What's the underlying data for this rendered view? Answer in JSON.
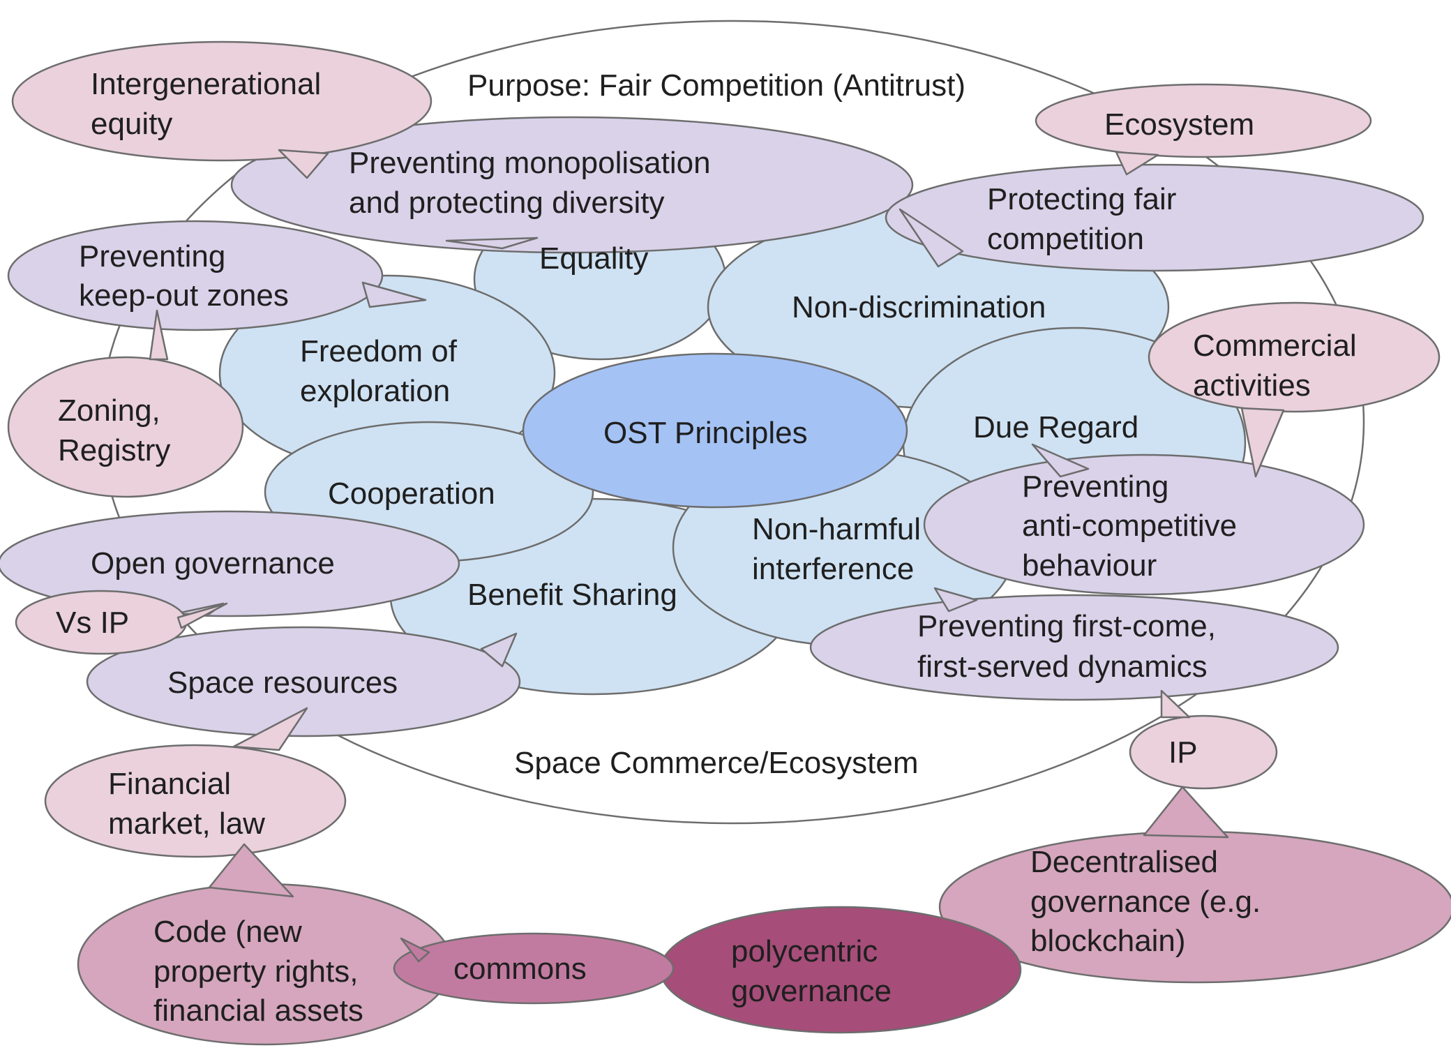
{
  "frame": {
    "purpose_label": "Purpose: Fair Competition (Antitrust)",
    "context_label": "Space Commerce/Ecosystem"
  },
  "center": {
    "label": "OST Principles"
  },
  "principles": {
    "equality": "Equality",
    "non_discrimination": "Non-discrimination",
    "freedom": [
      "Freedom of",
      "exploration"
    ],
    "due_regard": "Due Regard",
    "cooperation": "Cooperation",
    "non_harmful": [
      "Non-harmful",
      "interference"
    ],
    "benefit_sharing": "Benefit Sharing"
  },
  "purple_callouts": {
    "monopolisation": [
      "Preventing monopolisation",
      "and protecting diversity"
    ],
    "fair_competition": [
      "Protecting fair",
      "competition"
    ],
    "keep_out": [
      "Preventing",
      "keep-out zones"
    ],
    "anti_competitive": [
      "Preventing",
      "anti-competitive",
      "behaviour"
    ],
    "open_governance": "Open governance",
    "first_come": [
      "Preventing first-come,",
      "first-served dynamics"
    ],
    "space_resources": "Space resources"
  },
  "pink_callouts": {
    "intergenerational": [
      "Intergenerational",
      "equity"
    ],
    "ecosystem": "Ecosystem",
    "commercial": [
      "Commercial",
      "activities"
    ],
    "zoning": [
      "Zoning,",
      "Registry"
    ],
    "vs_ip": "Vs IP",
    "ip": "IP",
    "financial": [
      "Financial",
      "market, law"
    ]
  },
  "governance": {
    "code": [
      "Code (new",
      "property rights,",
      "financial assets"
    ],
    "commons": "commons",
    "polycentric": [
      "polycentric",
      "governance"
    ],
    "decentralised": [
      "Decentralised",
      "governance (e.g.",
      "blockchain)"
    ]
  },
  "colors": {
    "principle_fill": "#cfe2f3",
    "center_fill": "#a4c2f4",
    "purple_fill": "#d9d2e9",
    "pink_fill": "#ead1dc",
    "governance_fill": "#d5a6bd",
    "commons_fill": "#c27ba0",
    "polycentric_fill": "#a64d79",
    "outline": "#6d6d6d"
  }
}
